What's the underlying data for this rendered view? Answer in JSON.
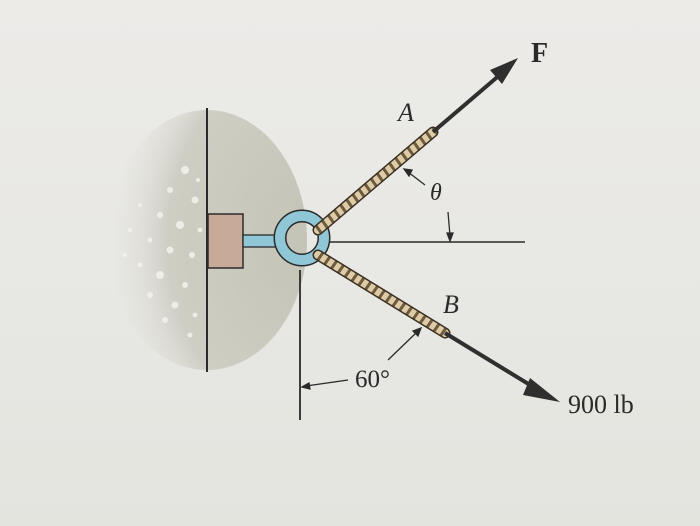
{
  "diagram": {
    "title": "Eyebolt with two cables under forces F and 900 lb",
    "labels": {
      "force_f": "F",
      "point_a": "A",
      "point_b": "B",
      "theta": "θ",
      "angle_60": "60°",
      "force_900": "900 lb"
    },
    "colors": {
      "background": "#e9e9e6",
      "wall_fill": "#c9c8bd",
      "bracket": "#c7ab98",
      "eyebolt": "#8fc7d6",
      "rope": "#d9c7a0",
      "rope_stripe": "#6e5a3e",
      "arrow": "#2f2f2f",
      "line": "#2a2a2a"
    },
    "geometry": {
      "angle_b_from_vertical_deg": 60,
      "theta_symbol": "θ",
      "force_b_magnitude_lb": 900
    }
  }
}
